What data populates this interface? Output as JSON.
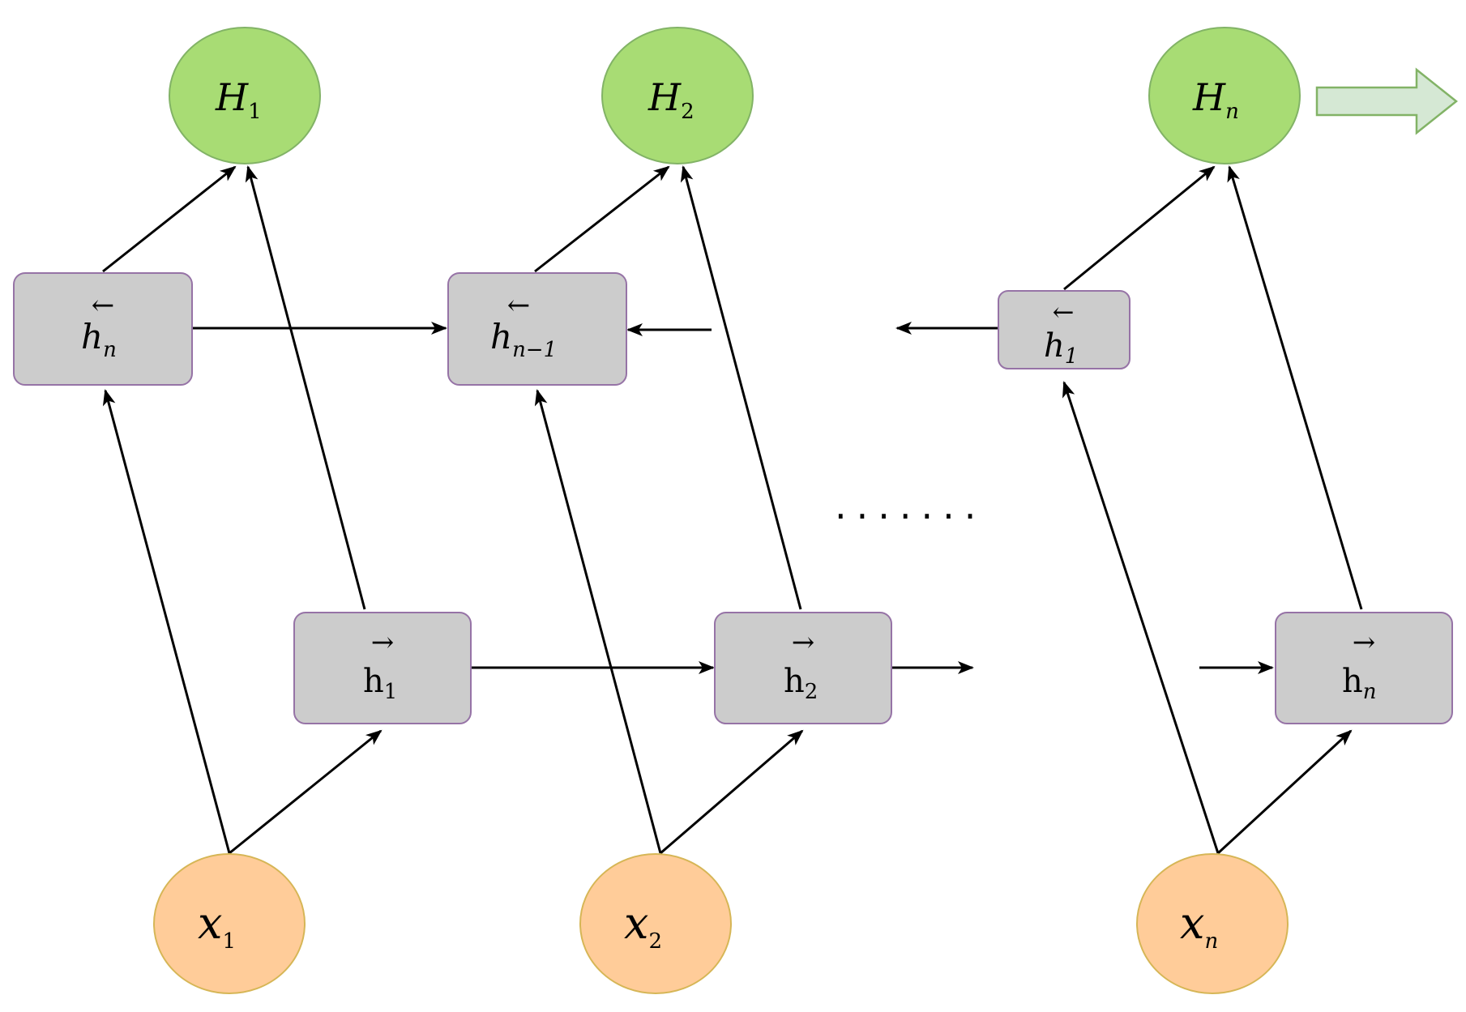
{
  "colors": {
    "output_node_fill": "#a8dc74",
    "output_node_stroke": "#82b366",
    "input_node_fill": "#ffcc99",
    "input_node_stroke": "#d6b656",
    "hidden_box_fill": "#cccccc",
    "hidden_box_stroke": "#9673a6",
    "arrow": "#000000",
    "output_arrow_fill": "#d5e8d4",
    "output_arrow_stroke": "#82b366"
  },
  "outputs": [
    {
      "base": "H",
      "sub": "1"
    },
    {
      "base": "H",
      "sub": "2"
    },
    {
      "base": "H",
      "sub": "n"
    }
  ],
  "inputs": [
    {
      "base": "x",
      "sub": "1"
    },
    {
      "base": "x",
      "sub": "2"
    },
    {
      "base": "x",
      "sub": "n"
    }
  ],
  "backward_states": [
    {
      "accent": "←",
      "base": "h",
      "sub": "n"
    },
    {
      "accent": "←",
      "base": "h",
      "sub": "n−1"
    },
    {
      "accent": "←",
      "base": "h",
      "sub": "1"
    }
  ],
  "forward_states": [
    {
      "accent": "→",
      "base": "h",
      "sub": "1"
    },
    {
      "accent": "→",
      "base": "h",
      "sub": "2"
    },
    {
      "accent": "→",
      "base": "h",
      "sub": "n"
    }
  ],
  "ellipsis": ".......",
  "icons": {
    "output_arrow": "right-block-arrow-icon"
  }
}
